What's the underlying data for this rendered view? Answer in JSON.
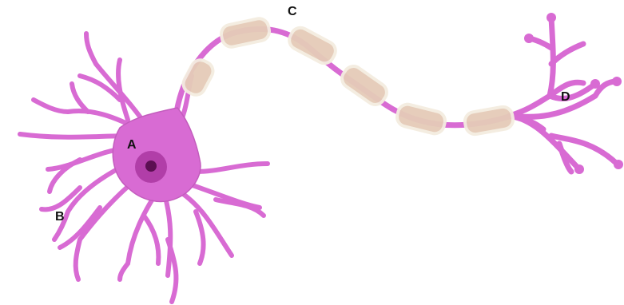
{
  "labels": {
    "soma": "A",
    "dendrites": "B",
    "axon": "C",
    "axon_terminals": "D"
  },
  "colors": {
    "neuron": "#d86bd3",
    "neuron_outline": "#b548ae",
    "nucleus": "#b13ea8",
    "nucleolus": "#5b0f52",
    "myelin": "#e5cbb8",
    "myelin_outline": "#f4ede0",
    "label": "#111111",
    "background": "#ffffff"
  }
}
